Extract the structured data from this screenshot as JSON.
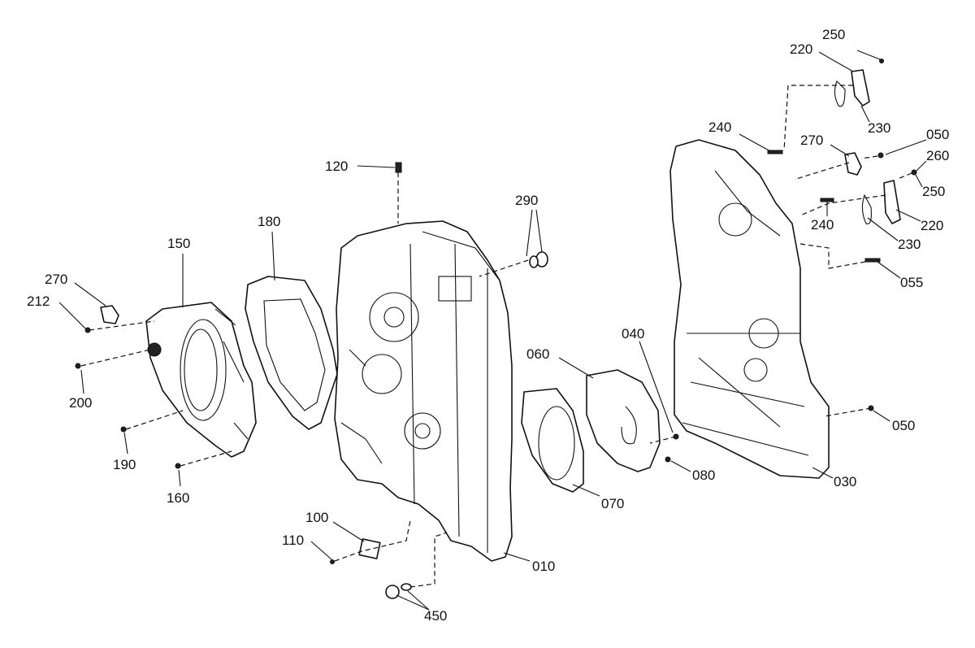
{
  "labels": [
    "250",
    "220",
    "230",
    "240",
    "270",
    "050",
    "260",
    "250",
    "220",
    "240",
    "230",
    "055",
    "120",
    "290",
    "180",
    "150",
    "270",
    "212",
    "200",
    "190",
    "160",
    "040",
    "060",
    "070",
    "080",
    "050",
    "030",
    "010",
    "100",
    "110",
    "450"
  ]
}
